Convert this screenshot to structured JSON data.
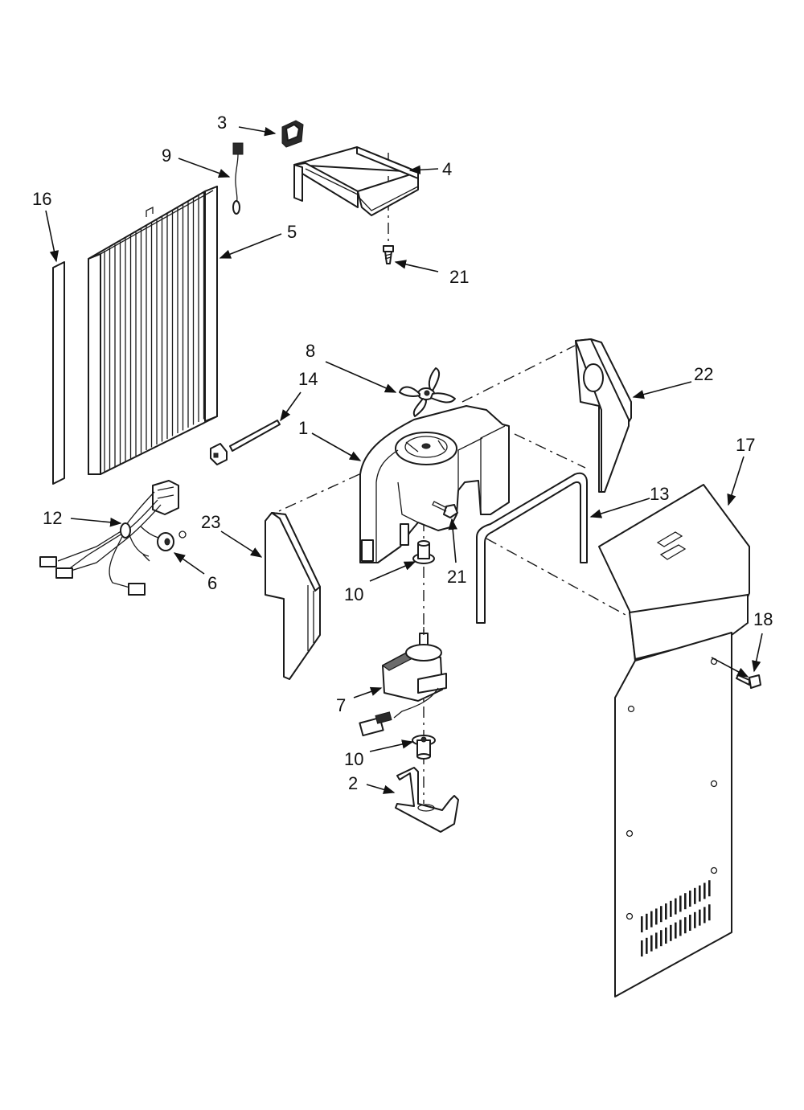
{
  "callouts": [
    {
      "id": "p1",
      "label": "1"
    },
    {
      "id": "p2",
      "label": "2"
    },
    {
      "id": "p3",
      "label": "3"
    },
    {
      "id": "p4",
      "label": "4"
    },
    {
      "id": "p5",
      "label": "5"
    },
    {
      "id": "p6",
      "label": "6"
    },
    {
      "id": "p7",
      "label": "7"
    },
    {
      "id": "p8",
      "label": "8"
    },
    {
      "id": "p9",
      "label": "9"
    },
    {
      "id": "p10a",
      "label": "10"
    },
    {
      "id": "p10b",
      "label": "10"
    },
    {
      "id": "p12",
      "label": "12"
    },
    {
      "id": "p13",
      "label": "13"
    },
    {
      "id": "p14",
      "label": "14"
    },
    {
      "id": "p16",
      "label": "16"
    },
    {
      "id": "p17",
      "label": "17"
    },
    {
      "id": "p18",
      "label": "18"
    },
    {
      "id": "p21a",
      "label": "21"
    },
    {
      "id": "p21b",
      "label": "21"
    },
    {
      "id": "p22",
      "label": "22"
    },
    {
      "id": "p23",
      "label": "23"
    }
  ]
}
